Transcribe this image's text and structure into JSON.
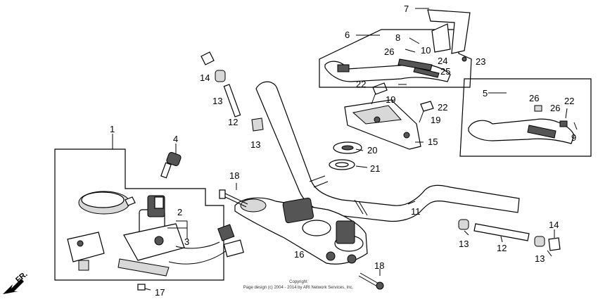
{
  "callouts": {
    "c1": "1",
    "c2": "2",
    "c3": "3",
    "c4": "4",
    "c5": "5",
    "c6": "6",
    "c7": "7",
    "c8": "8",
    "c9": "9",
    "c10": "10",
    "c11": "11",
    "c12a": "12",
    "c12b": "12",
    "c13a": "13",
    "c13b": "13",
    "c13c": "13",
    "c13d": "13",
    "c14a": "14",
    "c14b": "14",
    "c15": "15",
    "c16": "16",
    "c17": "17",
    "c18a": "18",
    "c18b": "18",
    "c19a": "19",
    "c19b": "19",
    "c20": "20",
    "c21": "21",
    "c22a": "22",
    "c22b": "22",
    "c22c": "22",
    "c23": "23",
    "c24": "24",
    "c25": "25",
    "c26a": "26",
    "c26b": "26",
    "c26c": "26"
  },
  "direction_label": "FR.",
  "copyright": {
    "line1": "Copyright",
    "line2": "Page design (c) 2004 - 2014 by ARI Network Services, Inc."
  }
}
